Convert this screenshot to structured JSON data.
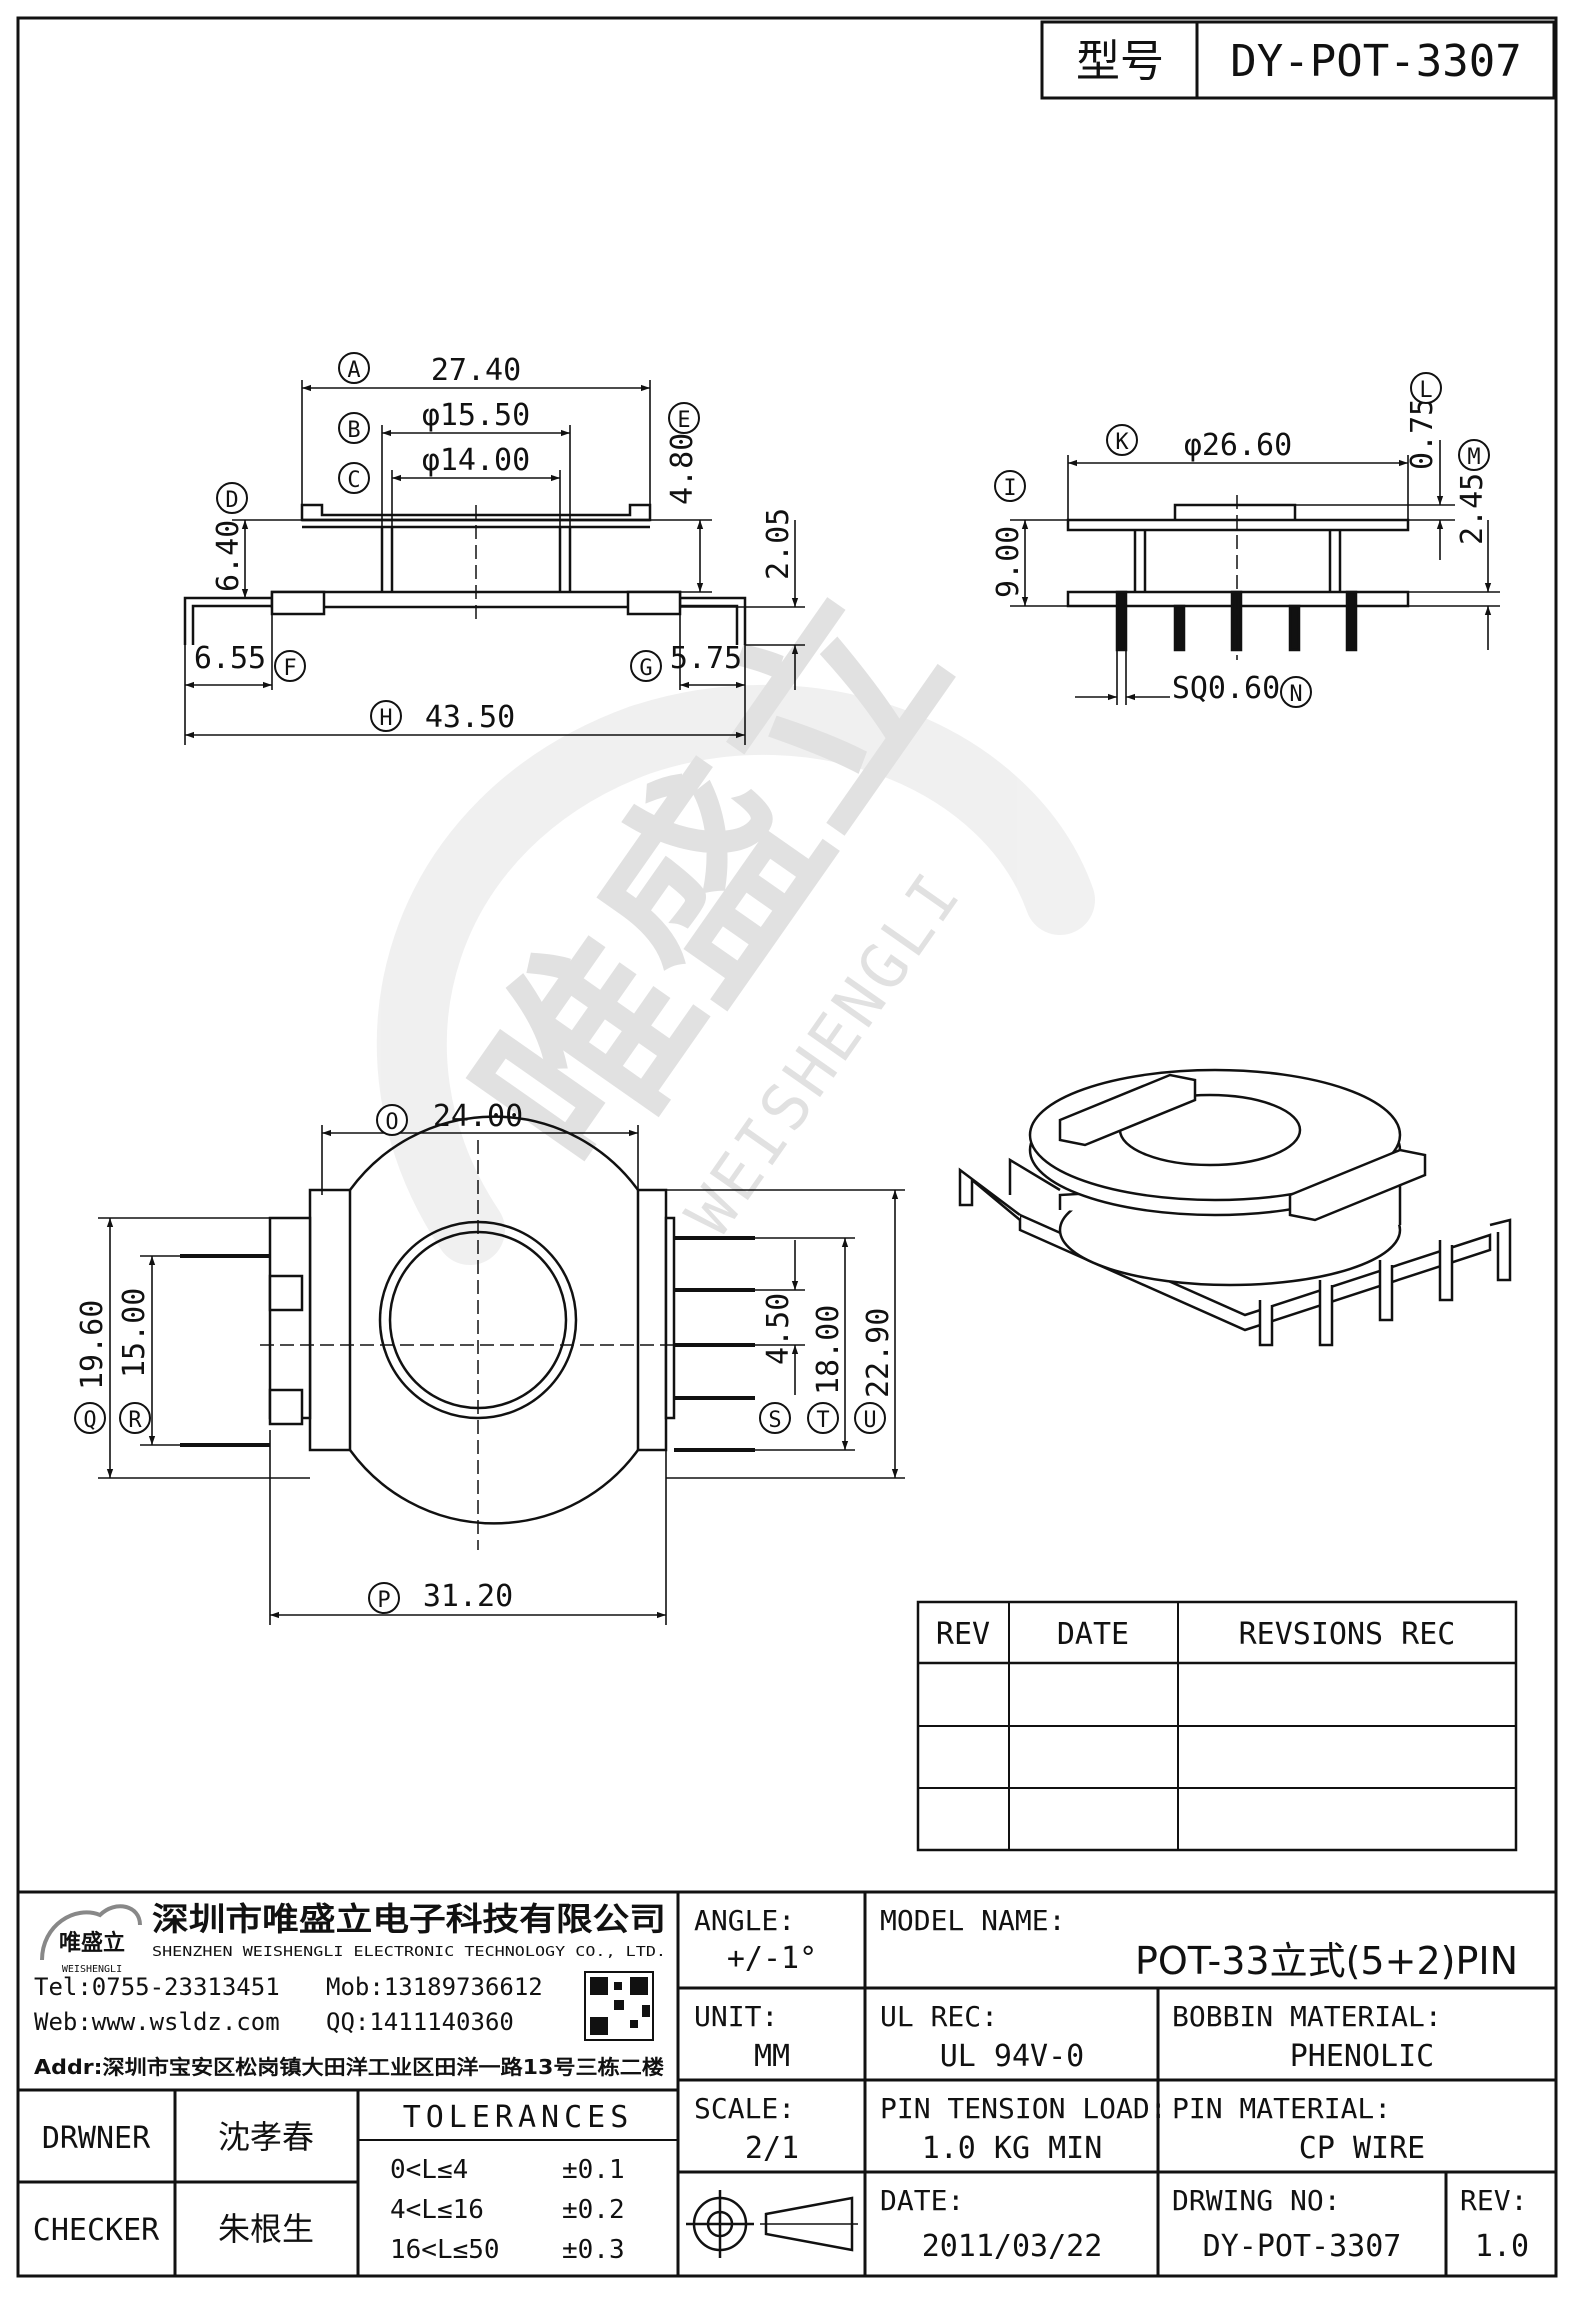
{
  "header": {
    "type_label": "型号",
    "model": "DY-POT-3307"
  },
  "watermark": {
    "cn": "唯盛立",
    "en": "WEISHENGLI"
  },
  "side_view": {
    "dims": {
      "A": "27.40",
      "B": "φ15.50",
      "C": "φ14.00",
      "D": "6.40",
      "E": "4.80",
      "v205": "2.05",
      "F": "6.55",
      "G": "5.75",
      "H": "43.50"
    },
    "markers": [
      "A",
      "B",
      "C",
      "D",
      "E",
      "F",
      "G",
      "H"
    ]
  },
  "front_view": {
    "dims": {
      "K": "φ26.60",
      "L": "0.75",
      "M": "2.45",
      "I": "9.00",
      "N": "SQ0.60"
    },
    "markers": [
      "I",
      "K",
      "L",
      "M",
      "N"
    ]
  },
  "top_view": {
    "dims": {
      "O": "24.00",
      "P": "31.20",
      "Q": "19.60",
      "R": "15.00",
      "S": "4.50",
      "T": "18.00",
      "U": "22.90"
    },
    "markers": [
      "O",
      "P",
      "Q",
      "R",
      "S",
      "T",
      "U"
    ]
  },
  "revision_table": {
    "headers": [
      "REV",
      "DATE",
      "REVSIONS REC"
    ],
    "rows": [
      [
        "",
        "",
        ""
      ],
      [
        "",
        "",
        ""
      ],
      [
        "",
        "",
        ""
      ]
    ]
  },
  "title_block": {
    "company_cn": "深圳市唯盛立电子科技有限公司",
    "company_en": "SHENZHEN WEISHENGLI ELECTRONIC TECHNOLOGY CO., LTD.",
    "logo_cn": "唯盛立",
    "logo_en": "WEISHENGLI",
    "tel": "Tel:0755-23313451",
    "mob": "Mob:13189736612",
    "web": "Web:www.wsldz.com",
    "qq": "QQ:1411140360",
    "addr": "Addr:深圳市宝安区松岗镇大田洋工业区田洋一路13号三栋二楼",
    "angle_label": "ANGLE:",
    "angle_value": "+/-1°",
    "unit_label": "UNIT:",
    "unit_value": "MM",
    "scale_label": "SCALE:",
    "scale_value": "2/1",
    "model_name_label": "MODEL NAME:",
    "model_name_value": "POT-33立式(5+2)PIN",
    "ul_rec_label": "UL REC:",
    "ul_rec_value": "UL 94V-0",
    "bobbin_label": "BOBBIN MATERIAL:",
    "bobbin_value": "PHENOLIC",
    "pin_tension_label": "PIN TENSION LOAD:",
    "pin_tension_value": "1.0 KG MIN",
    "pin_material_label": "PIN MATERIAL:",
    "pin_material_value": "CP WIRE",
    "date_label": "DATE:",
    "date_value": "2011/03/22",
    "drawing_no_label": "DRWING NO:",
    "drawing_no_value": "DY-POT-3307",
    "rev_label": "REV:",
    "rev_value": "1.0",
    "drawer_label": "DRWNER",
    "drawer_value": "沈孝春",
    "checker_label": "CHECKER",
    "checker_value": "朱根生",
    "tolerances_label": "TOLERANCES",
    "tolerances": [
      {
        "range": "0<L≤4",
        "tol": "±0.1"
      },
      {
        "range": "4<L≤16",
        "tol": "±0.2"
      },
      {
        "range": "16<L≤50",
        "tol": "±0.3"
      }
    ]
  }
}
